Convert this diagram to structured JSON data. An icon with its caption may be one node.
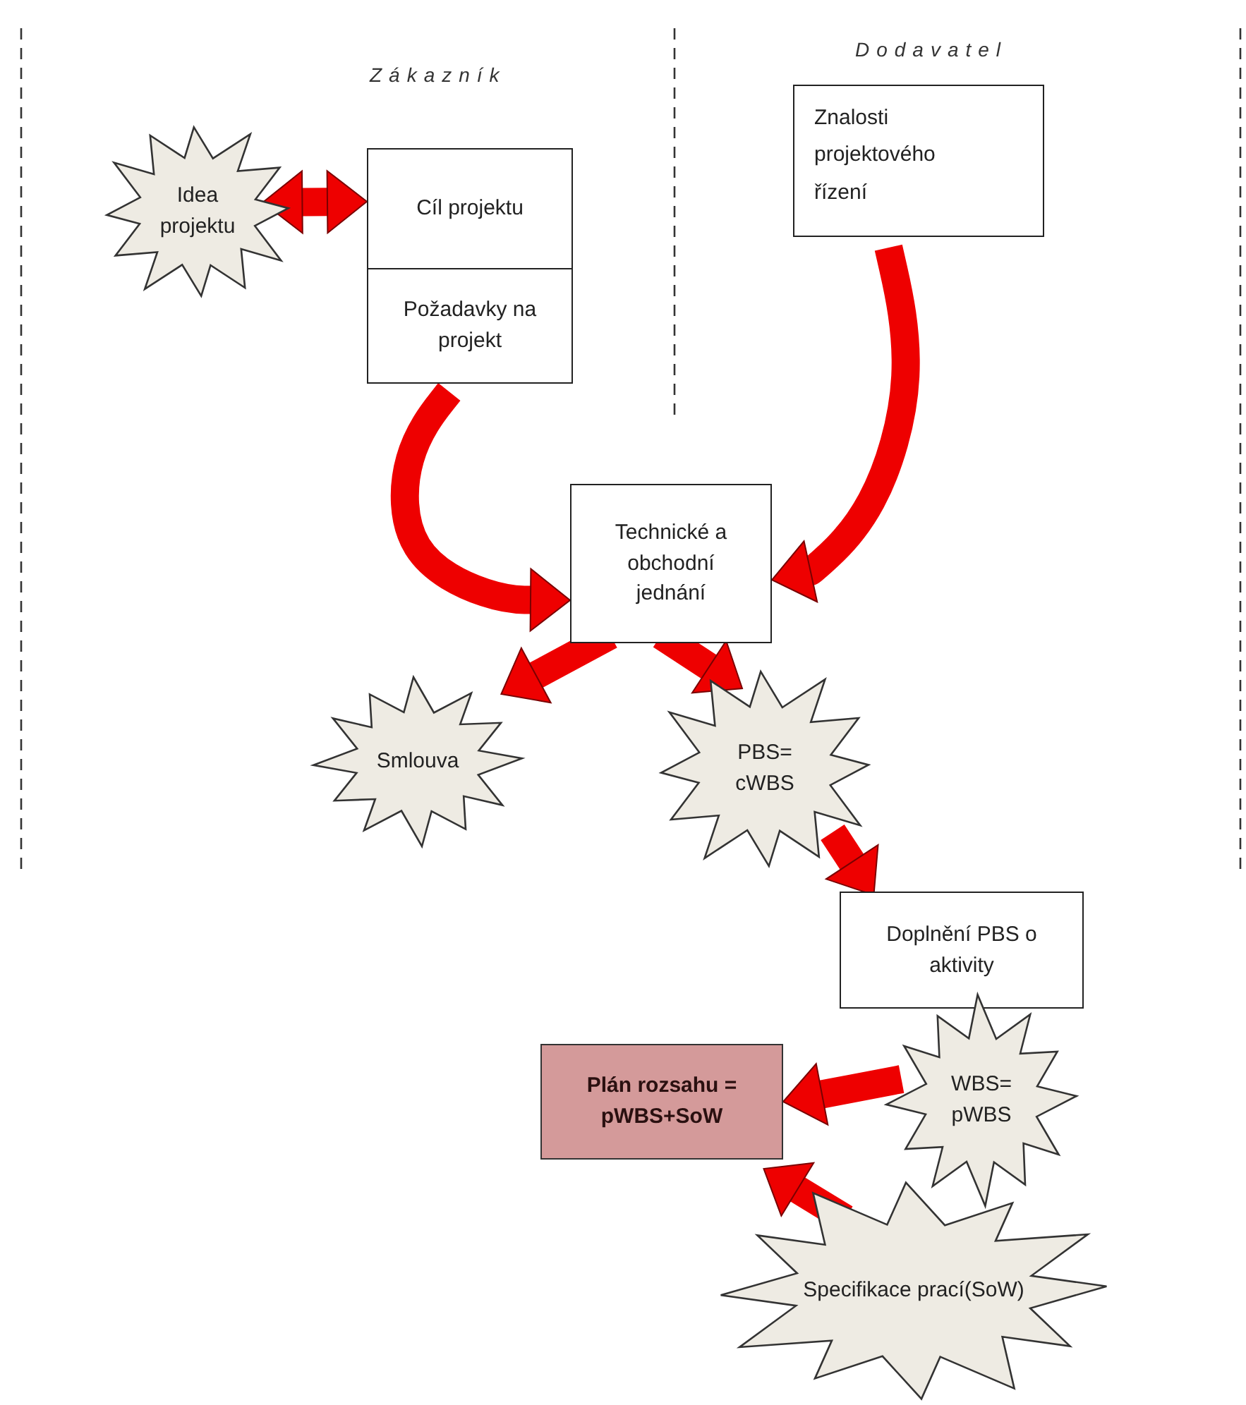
{
  "diagram": {
    "nodes": [
      {
        "text": [
          "Idea projektu"
        ]
      },
      {
        "text": [
          "Cíl projektu"
        ]
      },
      {
        "text": [
          "Požadavky na projekt"
        ]
      },
      {
        "text": [
          "Znalosti projektového řízení"
        ]
      },
      {
        "text": [
          "Technické a obchodní jednání"
        ]
      },
      {
        "text": [
          "Smlouva"
        ]
      },
      {
        "text": [
          "PBS= cWBS"
        ]
      },
      {
        "text": [
          "Doplnění PBS o aktivity"
        ]
      },
      {
        "text": [
          "WBS= pWBS"
        ]
      },
      {
        "text": [
          "Plán rozsahu = pWBS+SoW"
        ]
      },
      {
        "text": [
          "Specifikace prací(SoW)"
        ]
      }
    ],
    "edges": [
      {
        "from": 0,
        "to": 1,
        "arrow": "both"
      },
      {
        "from": 2,
        "to": 4,
        "arrow": "to"
      },
      {
        "from": 3,
        "to": 4,
        "arrow": "to"
      },
      {
        "from": 4,
        "to": 5,
        "arrow": "to"
      },
      {
        "from": 4,
        "to": 6,
        "arrow": "to"
      },
      {
        "from": 6,
        "to": 7,
        "arrow": "to"
      },
      {
        "from": 8,
        "to": 9,
        "arrow": "to"
      },
      {
        "from": 10,
        "to": 9,
        "arrow": "to"
      }
    ],
    "labels": [
      "Zákazník",
      "Dodavatel"
    ]
  }
}
